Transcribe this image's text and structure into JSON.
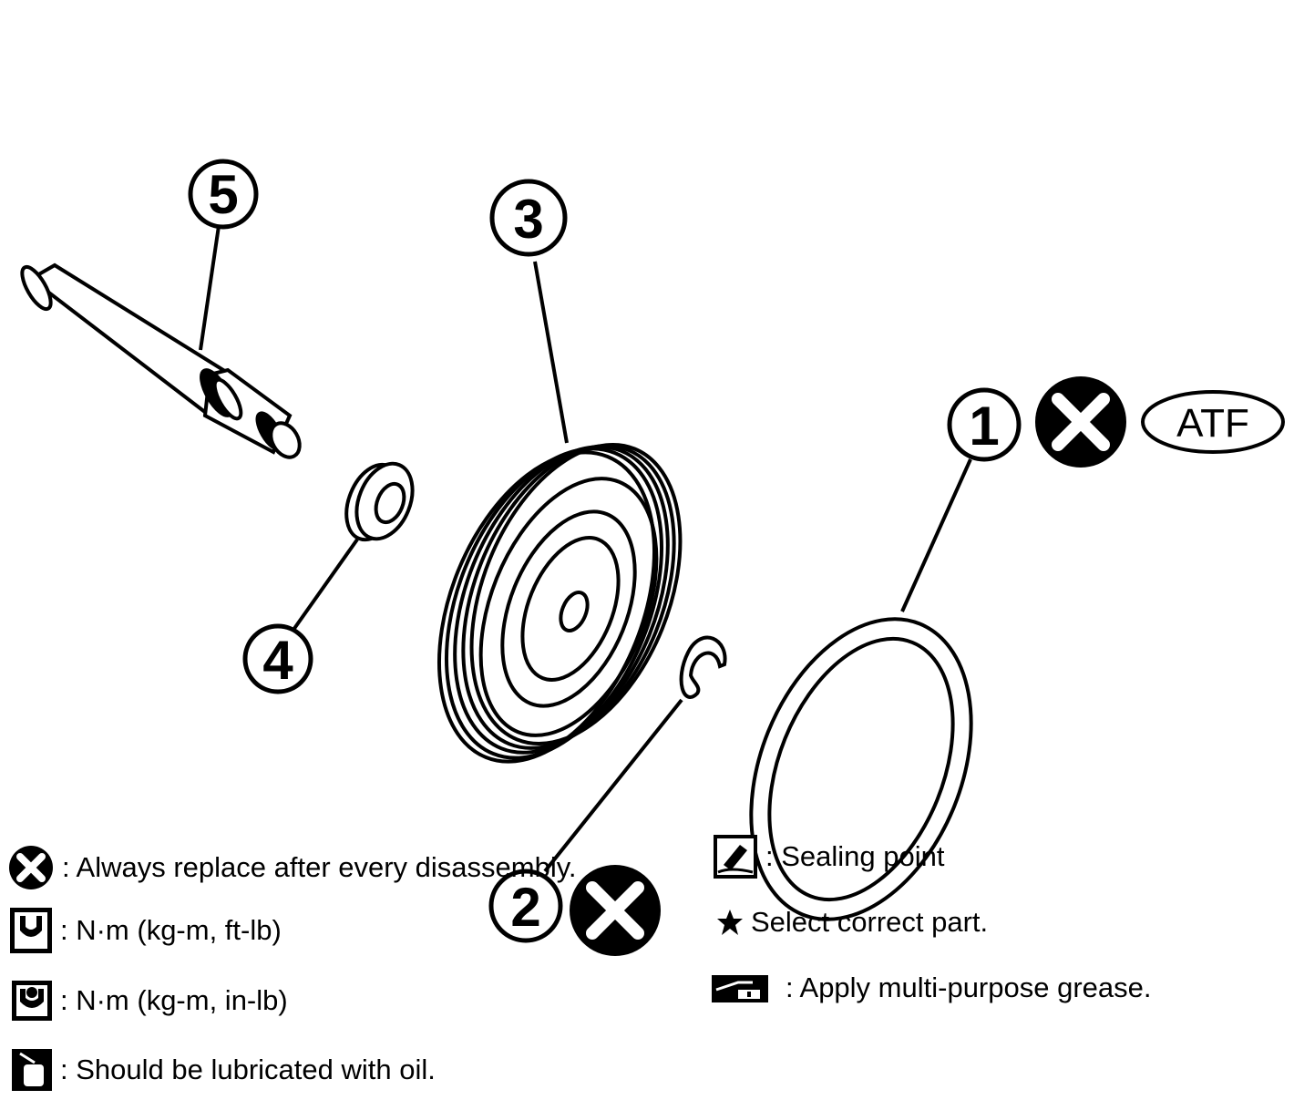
{
  "callouts": {
    "c1": "1",
    "c2": "2",
    "c3": "3",
    "c4": "4",
    "c5": "5"
  },
  "atf_label": "ATF",
  "legend": {
    "replace": ": Always replace after every disassembly.",
    "torque_ftlb": ": N·m (kg-m, ft-lb)",
    "torque_inlb": ": N·m (kg-m, in-lb)",
    "lubricate_oil": ": Should be lubricated with oil.",
    "sealing_point": ": Sealing point",
    "select_part": "Select correct part.",
    "grease": ": Apply multi-purpose grease."
  },
  "icons": {
    "replace": "x-circle-icon",
    "torque_ftlb": "torque-wrench-icon",
    "torque_inlb": "torque-wrench-filled-icon",
    "lubricate_oil": "oil-can-icon",
    "sealing_point": "sealant-tube-icon",
    "select_part": "star-icon",
    "grease": "grease-gun-icon"
  },
  "colors": {
    "ink": "#000000",
    "paper": "#ffffff"
  }
}
